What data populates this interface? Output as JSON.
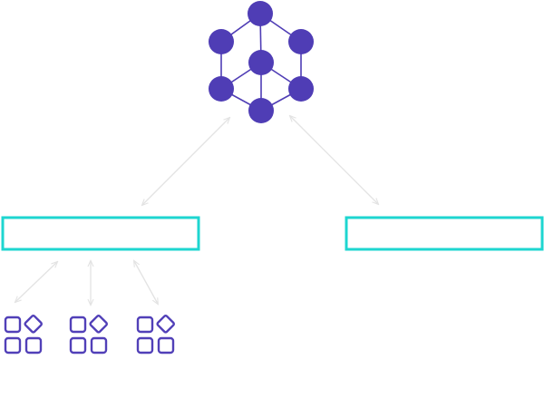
{
  "colors": {
    "node_fill": "#4F3DB5",
    "node_edge": "#4F3DB5",
    "box_stroke": "#1ED6D0",
    "connector": "#E3E3E3",
    "app_icon_stroke": "#5140B8",
    "background": "#FFFFFF"
  },
  "hub": {
    "icon": "network-cube-icon",
    "node_count": 7
  },
  "boxes": [
    {
      "id": "left",
      "label": ""
    },
    {
      "id": "right",
      "label": ""
    }
  ],
  "app_icons": [
    {
      "icon": "apps-grid-icon"
    },
    {
      "icon": "apps-grid-icon"
    },
    {
      "icon": "apps-grid-icon"
    }
  ]
}
